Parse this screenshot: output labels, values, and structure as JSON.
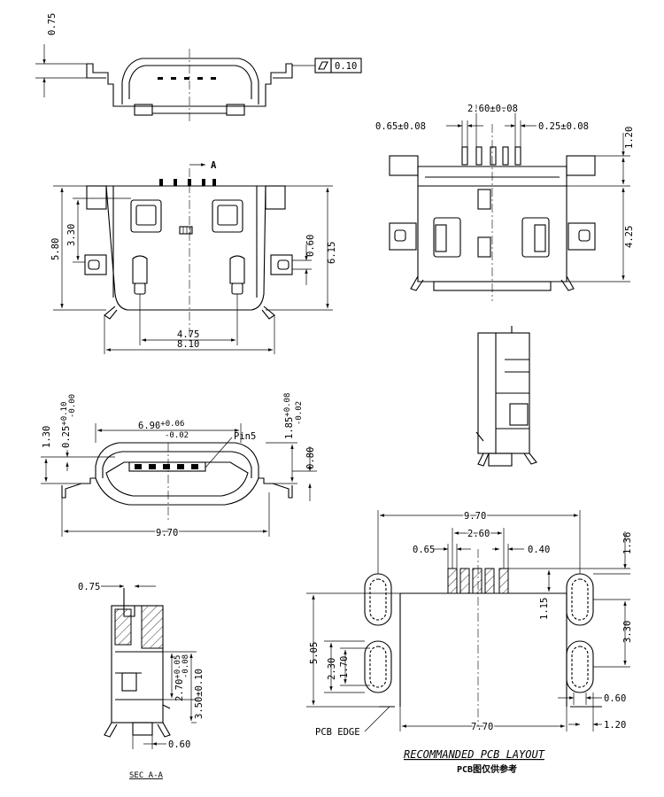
{
  "dimensions": {
    "top_view": {
      "height_075": "0.75",
      "flatness": "0.10"
    },
    "front_view": {
      "section_marker": "A",
      "height_580": "5.80",
      "height_330": "3.30",
      "height_060": "0.60",
      "height_615": "6.15",
      "width_475": "4.75",
      "width_810": "8.10"
    },
    "pin_view": {
      "pitch_260": "2.60±0.08",
      "width_065": "0.65±0.08",
      "gap_025": "0.25±0.08",
      "height_120": "1.20",
      "height_425": "4.25"
    },
    "end_view": {
      "width_main": "6.90",
      "width_tol_plus": "+0.06",
      "width_tol_minus": "-0.02",
      "pin5_label": "Pin5",
      "height_130": "1.30",
      "offset_base": "0.25",
      "offset_tol_plus": "+0.10",
      "offset_tol_minus": "-0.00",
      "height_185_base": "1.85",
      "height_185_plus": "+0.08",
      "height_185_minus": "-0.02",
      "height_080": "0.80",
      "width_970": "9.70"
    },
    "section": {
      "top_075": "0.75",
      "height_270_base": "2.70",
      "height_270_plus": "+0.05",
      "height_270_minus": "-0.08",
      "height_350": "3.50±0.10",
      "bottom_060": "0.60",
      "title": "SEC A-A"
    },
    "pcb_layout": {
      "width_970": "9.70",
      "pitch_260": "2.60",
      "pad_065": "0.65",
      "pad_040": "0.40",
      "height_136": "1.36",
      "height_115": "1.15",
      "height_330": "3.30",
      "height_505": "5.05",
      "slot_230": "2.30",
      "slot_170": "1.70",
      "slot_060": "0.60",
      "width_770": "7.70",
      "edge_120": "1.20",
      "pcb_edge_label": "PCB EDGE",
      "title": "RECOMMANDED PCB LAYOUT",
      "subtitle": "PCB图仅供参考"
    }
  }
}
